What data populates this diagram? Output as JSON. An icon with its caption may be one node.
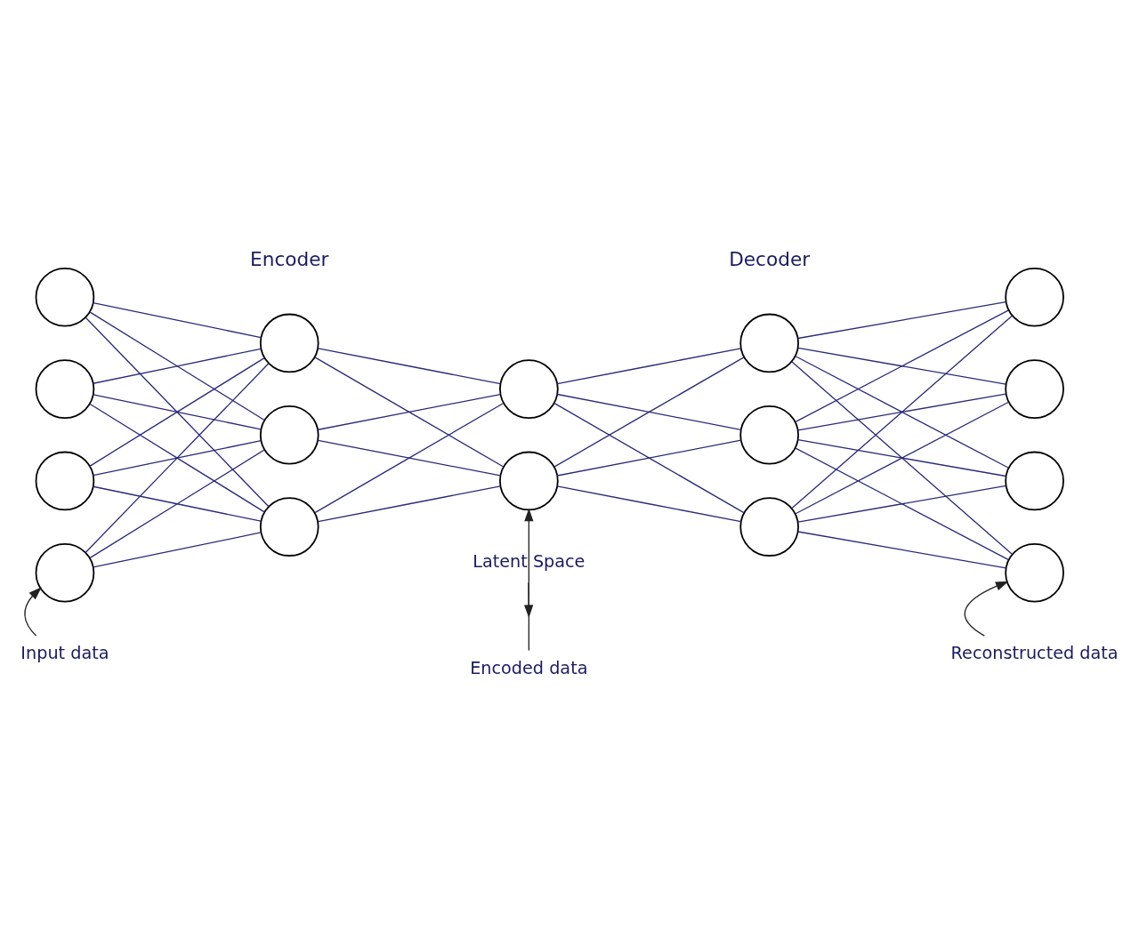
{
  "diagram": {
    "nodes": [
      {
        "text": [],
        "shape": "circle"
      },
      {
        "text": [],
        "shape": "circle"
      },
      {
        "text": [],
        "shape": "circle"
      },
      {
        "text": [],
        "shape": "circle"
      },
      {
        "text": [],
        "shape": "circle"
      },
      {
        "text": [],
        "shape": "circle"
      },
      {
        "text": [],
        "shape": "circle"
      },
      {
        "text": [],
        "shape": "circle"
      },
      {
        "text": [],
        "shape": "circle"
      },
      {
        "text": [],
        "shape": "circle"
      },
      {
        "text": [],
        "shape": "circle"
      },
      {
        "text": [],
        "shape": "circle"
      },
      {
        "text": [],
        "shape": "circle"
      },
      {
        "text": [],
        "shape": "circle"
      },
      {
        "text": [],
        "shape": "circle"
      },
      {
        "text": [],
        "shape": "circle"
      },
      {
        "text": [
          "Latent Space"
        ]
      },
      {
        "text": [
          "Input data"
        ]
      },
      {
        "text": [
          "Encoded data"
        ]
      },
      {
        "text": [
          "Reconstructed data"
        ]
      }
    ],
    "edges": [
      {
        "from": 0,
        "to": 4,
        "arrow": "none"
      },
      {
        "from": 0,
        "to": 5,
        "arrow": "none"
      },
      {
        "from": 0,
        "to": 6,
        "arrow": "none"
      },
      {
        "from": 1,
        "to": 4,
        "arrow": "none"
      },
      {
        "from": 1,
        "to": 5,
        "arrow": "none"
      },
      {
        "from": 1,
        "to": 6,
        "arrow": "none"
      },
      {
        "from": 2,
        "to": 4,
        "arrow": "none"
      },
      {
        "from": 2,
        "to": 5,
        "arrow": "none"
      },
      {
        "from": 2,
        "to": 6,
        "arrow": "none"
      },
      {
        "from": 3,
        "to": 4,
        "arrow": "none"
      },
      {
        "from": 3,
        "to": 5,
        "arrow": "none"
      },
      {
        "from": 3,
        "to": 6,
        "arrow": "none"
      },
      {
        "from": 4,
        "to": 7,
        "arrow": "none"
      },
      {
        "from": 4,
        "to": 8,
        "arrow": "none"
      },
      {
        "from": 5,
        "to": 7,
        "arrow": "none"
      },
      {
        "from": 5,
        "to": 8,
        "arrow": "none"
      },
      {
        "from": 6,
        "to": 7,
        "arrow": "none"
      },
      {
        "from": 6,
        "to": 8,
        "arrow": "none"
      },
      {
        "from": 7,
        "to": 9,
        "arrow": "none"
      },
      {
        "from": 7,
        "to": 10,
        "arrow": "none"
      },
      {
        "from": 7,
        "to": 11,
        "arrow": "none"
      },
      {
        "from": 8,
        "to": 9,
        "arrow": "none"
      },
      {
        "from": 8,
        "to": 10,
        "arrow": "none"
      },
      {
        "from": 8,
        "to": 11,
        "arrow": "none"
      },
      {
        "from": 9,
        "to": 12,
        "arrow": "none"
      },
      {
        "from": 9,
        "to": 13,
        "arrow": "none"
      },
      {
        "from": 9,
        "to": 14,
        "arrow": "none"
      },
      {
        "from": 9,
        "to": 15,
        "arrow": "none"
      },
      {
        "from": 10,
        "to": 12,
        "arrow": "none"
      },
      {
        "from": 10,
        "to": 13,
        "arrow": "none"
      },
      {
        "from": 10,
        "to": 14,
        "arrow": "none"
      },
      {
        "from": 10,
        "to": 15,
        "arrow": "none"
      },
      {
        "from": 11,
        "to": 12,
        "arrow": "none"
      },
      {
        "from": 11,
        "to": 13,
        "arrow": "none"
      },
      {
        "from": 11,
        "to": 14,
        "arrow": "none"
      },
      {
        "from": 11,
        "to": 15,
        "arrow": "none"
      },
      {
        "from": 16,
        "to": null,
        "arrow": "to",
        "color": "#222222"
      },
      {
        "from": 17,
        "to": 3,
        "arrow": "to",
        "color": "#222222"
      },
      {
        "from": 18,
        "to": 8,
        "arrow": "to",
        "color": "#222222"
      },
      {
        "from": 19,
        "to": 15,
        "arrow": "to",
        "color": "#222222"
      }
    ],
    "labels": [
      "Encoder",
      "Decoder"
    ]
  }
}
